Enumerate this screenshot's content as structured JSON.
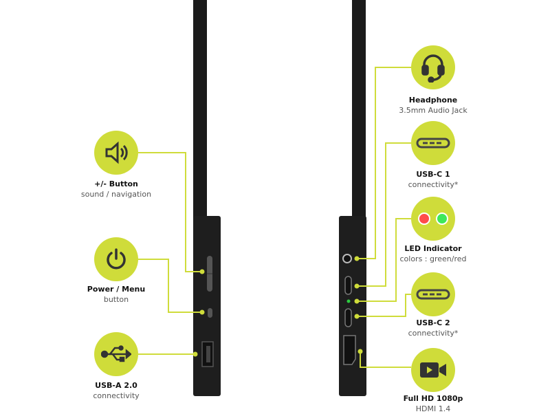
{
  "accent_color": "#cfdc3a",
  "left": [
    {
      "icon": "speaker-icon",
      "title": "+/- Button",
      "subtitle": "sound / navigation"
    },
    {
      "icon": "power-icon",
      "title": "Power / Menu",
      "subtitle": "button"
    },
    {
      "icon": "usb-icon",
      "title": "USB-A 2.0",
      "subtitle": "connectivity"
    }
  ],
  "right": [
    {
      "icon": "headset-icon",
      "title": "Headphone",
      "subtitle": "3.5mm Audio Jack"
    },
    {
      "icon": "usb-c-icon",
      "title": "USB-C 1",
      "subtitle": "connectivity*"
    },
    {
      "icon": "led-icon",
      "title": "LED Indicator",
      "subtitle": "colors : green/red"
    },
    {
      "icon": "usb-c-icon",
      "title": "USB-C 2",
      "subtitle": "connectivity*"
    },
    {
      "icon": "video-camera-icon",
      "title": "Full HD 1080p",
      "subtitle": "HDMI 1.4"
    }
  ]
}
